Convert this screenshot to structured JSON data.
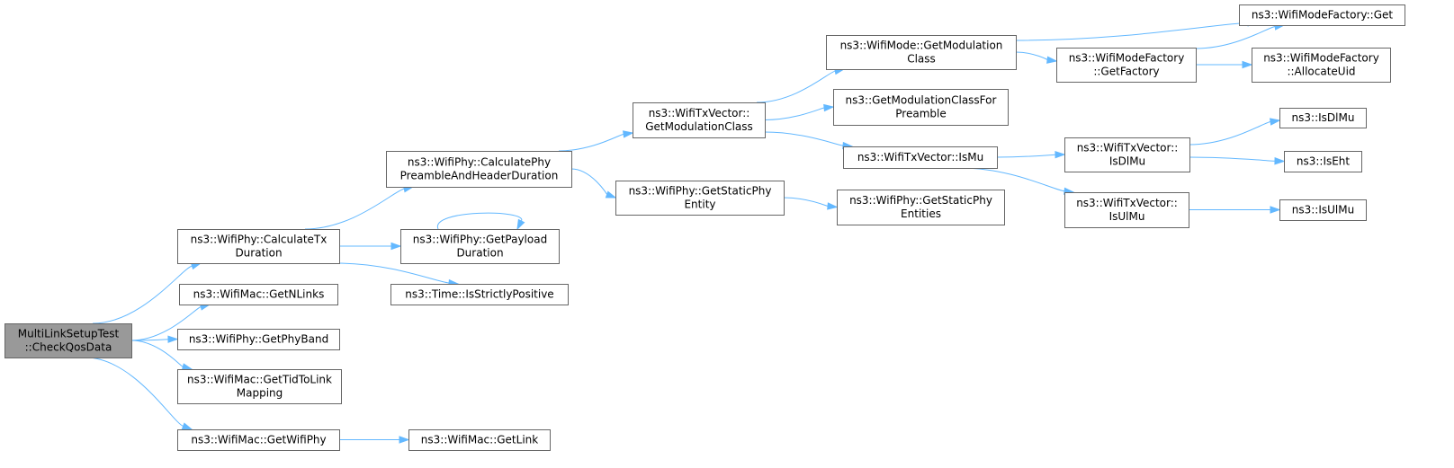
{
  "nodes": [
    {
      "id": "root",
      "lines": [
        "MultiLinkSetupTest",
        "::CheckQosData"
      ],
      "root": true
    },
    {
      "id": "calcTx",
      "lines": [
        "ns3::WifiPhy::CalculateTx",
        "Duration"
      ]
    },
    {
      "id": "getNLinks",
      "lines": [
        "ns3::WifiMac::GetNLinks"
      ]
    },
    {
      "id": "getPhyBand",
      "lines": [
        "ns3::WifiPhy::GetPhyBand"
      ]
    },
    {
      "id": "getTidToLink",
      "lines": [
        "ns3::WifiMac::GetTidToLink",
        "Mapping"
      ]
    },
    {
      "id": "getWifiPhy",
      "lines": [
        "ns3::WifiMac::GetWifiPhy"
      ]
    },
    {
      "id": "calcPreamble",
      "lines": [
        "ns3::WifiPhy::CalculatePhy",
        "PreambleAndHeaderDuration"
      ]
    },
    {
      "id": "getPayload",
      "lines": [
        "ns3::WifiPhy::GetPayload",
        "Duration"
      ]
    },
    {
      "id": "strictlyPos",
      "lines": [
        "ns3::Time::IsStrictlyPositive"
      ]
    },
    {
      "id": "getLink",
      "lines": [
        "ns3::WifiMac::GetLink"
      ]
    },
    {
      "id": "txGetModClass",
      "lines": [
        "ns3::WifiTxVector::",
        "GetModulationClass"
      ]
    },
    {
      "id": "getStaticEntity",
      "lines": [
        "ns3::WifiPhy::GetStaticPhy",
        "Entity"
      ]
    },
    {
      "id": "modeGetModClass",
      "lines": [
        "ns3::WifiMode::GetModulation",
        "Class"
      ]
    },
    {
      "id": "modClassForPreamble",
      "lines": [
        "ns3::GetModulationClassFor",
        "Preamble"
      ]
    },
    {
      "id": "txIsMu",
      "lines": [
        "ns3::WifiTxVector::IsMu"
      ]
    },
    {
      "id": "getStaticEntities",
      "lines": [
        "ns3::WifiPhy::GetStaticPhy",
        "Entities"
      ]
    },
    {
      "id": "factoryGetFactory",
      "lines": [
        "ns3::WifiModeFactory",
        "::GetFactory"
      ]
    },
    {
      "id": "txIsDlMu",
      "lines": [
        "ns3::WifiTxVector::",
        "IsDlMu"
      ]
    },
    {
      "id": "txIsUlMu",
      "lines": [
        "ns3::WifiTxVector::",
        "IsUlMu"
      ]
    },
    {
      "id": "factoryGet",
      "lines": [
        "ns3::WifiModeFactory::Get"
      ]
    },
    {
      "id": "allocateUid",
      "lines": [
        "ns3::WifiModeFactory",
        "::AllocateUid"
      ]
    },
    {
      "id": "isDlMu",
      "lines": [
        "ns3::IsDlMu"
      ]
    },
    {
      "id": "isEht",
      "lines": [
        "ns3::IsEht"
      ]
    },
    {
      "id": "isUlMu",
      "lines": [
        "ns3::IsUlMu"
      ]
    }
  ],
  "edges": [
    [
      "root",
      "calcTx"
    ],
    [
      "root",
      "getNLinks"
    ],
    [
      "root",
      "getPhyBand"
    ],
    [
      "root",
      "getTidToLink"
    ],
    [
      "root",
      "getWifiPhy"
    ],
    [
      "calcTx",
      "calcPreamble"
    ],
    [
      "calcTx",
      "getPayload"
    ],
    [
      "calcTx",
      "strictlyPos"
    ],
    [
      "getWifiPhy",
      "getLink"
    ],
    [
      "calcPreamble",
      "txGetModClass"
    ],
    [
      "calcPreamble",
      "getStaticEntity"
    ],
    [
      "getPayload",
      "getPayload"
    ],
    [
      "txGetModClass",
      "modeGetModClass"
    ],
    [
      "txGetModClass",
      "modClassForPreamble"
    ],
    [
      "txGetModClass",
      "txIsMu"
    ],
    [
      "getStaticEntity",
      "getStaticEntities"
    ],
    [
      "modeGetModClass",
      "factoryGet"
    ],
    [
      "modeGetModClass",
      "factoryGetFactory"
    ],
    [
      "factoryGetFactory",
      "factoryGet"
    ],
    [
      "factoryGetFactory",
      "allocateUid"
    ],
    [
      "txIsMu",
      "txIsDlMu"
    ],
    [
      "txIsMu",
      "txIsUlMu"
    ],
    [
      "txIsDlMu",
      "isDlMu"
    ],
    [
      "txIsDlMu",
      "isEht"
    ],
    [
      "txIsUlMu",
      "isUlMu"
    ]
  ],
  "colors": {
    "edge": "#63b8ff",
    "node_border": "#666666",
    "root_fill": "#999999",
    "node_fill": "#ffffff"
  }
}
